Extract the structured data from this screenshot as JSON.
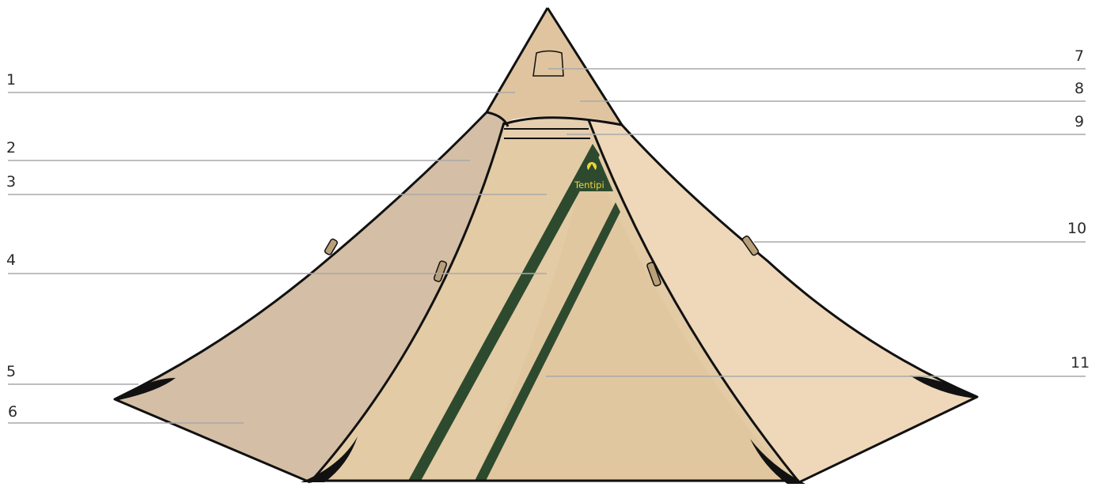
{
  "diagram": {
    "brand_label": "Tentipi",
    "callouts": [
      {
        "id": "1",
        "label": "1"
      },
      {
        "id": "2",
        "label": "2"
      },
      {
        "id": "3",
        "label": "3"
      },
      {
        "id": "4",
        "label": "4"
      },
      {
        "id": "5",
        "label": "5"
      },
      {
        "id": "6",
        "label": "6"
      },
      {
        "id": "7",
        "label": "7"
      },
      {
        "id": "8",
        "label": "8"
      },
      {
        "id": "9",
        "label": "9"
      },
      {
        "id": "10",
        "label": "10"
      },
      {
        "id": "11",
        "label": "11"
      }
    ]
  },
  "colors": {
    "tent_light": "#eed8b9",
    "tent_mid": "#e3cba5",
    "tent_left": "#d4bea5",
    "tent_top": "#dfc49f",
    "stripe_green": "#2d4a2e",
    "logo_yellow": "#f0d43a",
    "leader_grey": "#a9a9a9"
  }
}
